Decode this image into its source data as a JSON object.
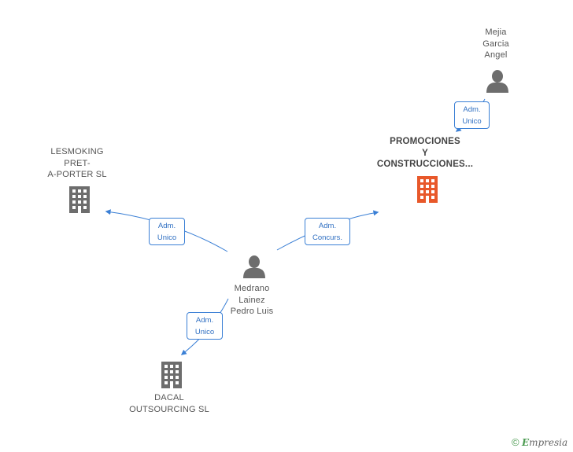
{
  "nodes": {
    "person_mejia": {
      "lines": [
        "Mejia",
        "Garcia",
        "Angel"
      ]
    },
    "company_promociones": {
      "lines": [
        "PROMOCIONES",
        "Y",
        "CONSTRUCCIONES..."
      ],
      "color": "#e8582a"
    },
    "company_lesmoking": {
      "lines": [
        "LESMOKING",
        "PRET-",
        "A-PORTER SL"
      ]
    },
    "person_medrano": {
      "lines": [
        "Medrano",
        "Lainez",
        "Pedro Luis"
      ]
    },
    "company_dacal": {
      "lines": [
        "DACAL",
        "OUTSOURCING SL"
      ]
    }
  },
  "relations": {
    "mejia_to_promociones": {
      "lines": [
        "Adm.",
        "Unico"
      ]
    },
    "medrano_to_lesmoking": {
      "lines": [
        "Adm.",
        "Unico"
      ]
    },
    "medrano_to_promociones": {
      "lines": [
        "Adm.",
        "Concurs."
      ]
    },
    "medrano_to_dacal": {
      "lines": [
        "Adm.",
        "Unico"
      ]
    }
  },
  "colors": {
    "edge": "#3a7fd5",
    "icon_gray": "#6d6d6d",
    "focus_company": "#e8582a"
  },
  "footer": {
    "copyright_symbol": "©",
    "brand_initial": "E",
    "brand_rest": "mpresia"
  }
}
